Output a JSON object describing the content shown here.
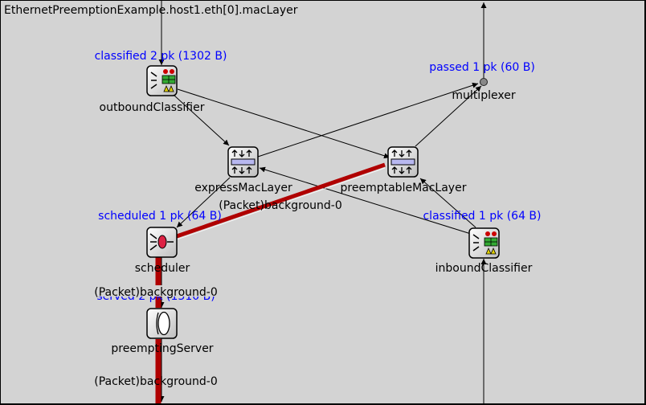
{
  "window": {
    "title": "EthernetPreemptionExample.host1.eth[0].macLayer"
  },
  "modules": {
    "outboundClassifier": {
      "name": "outboundClassifier",
      "stat": "classified 2 pk (1302 B)",
      "icon": "classifier-icon"
    },
    "multiplexer": {
      "name": "multiplexer",
      "stat": "passed 1 pk (60 B)",
      "icon": "multiplexer-dot-icon"
    },
    "expressMacLayer": {
      "name": "expressMacLayer",
      "icon": "mac-layer-icon"
    },
    "preemptableMacLayer": {
      "name": "preemptableMacLayer",
      "icon": "mac-layer-icon"
    },
    "scheduler": {
      "name": "scheduler",
      "stat": "scheduled 1 pk (64 B)",
      "icon": "scheduler-icon"
    },
    "inboundClassifier": {
      "name": "inboundClassifier",
      "stat": "classified 1 pk (64 B)",
      "icon": "classifier-icon"
    },
    "preemptingServer": {
      "name": "preemptingServer",
      "stat": "served 2 pk (1310 B)",
      "icon": "server-icon"
    }
  },
  "packets": {
    "p1": "(Packet)background-0",
    "p2": "(Packet)background-0",
    "p3": "(Packet)background-0"
  },
  "colors": {
    "background": "#d3d3d3",
    "stat_text": "#0000ff",
    "packet_flow": "#b00000",
    "connection": "#000000"
  }
}
